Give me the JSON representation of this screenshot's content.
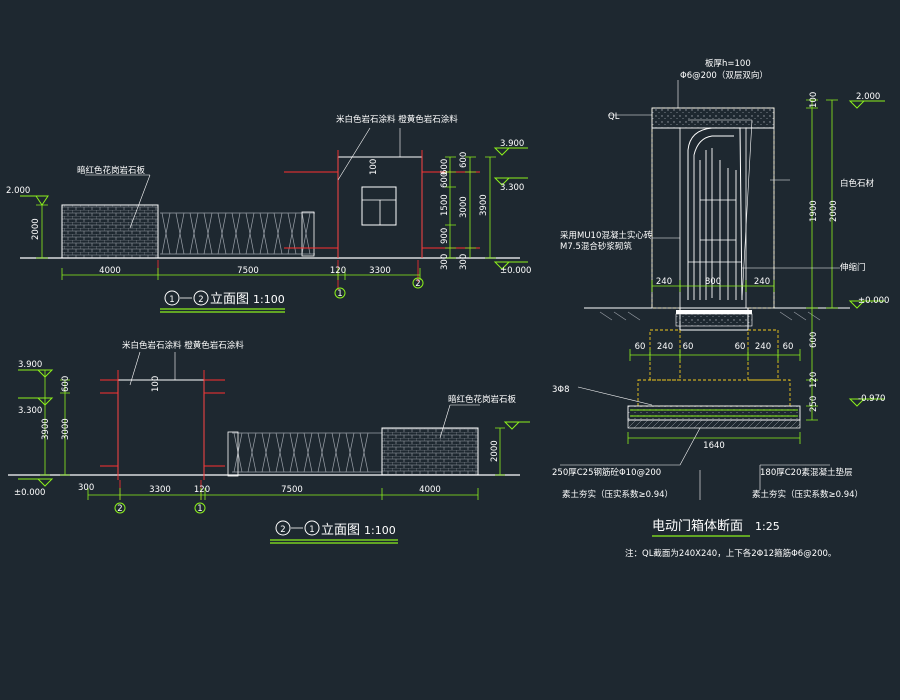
{
  "left_top": {
    "title_a": "1",
    "title_b": "2",
    "title": "立面图",
    "scale": "1:100",
    "note_brick": "暗红色花岗岩石板",
    "note_paint": "米白色岩石涂料  橙黄色岩石涂料",
    "dims_bottom": [
      "4000",
      "7500",
      "120",
      "3300"
    ],
    "dims_right": [
      "600",
      "600",
      "1500",
      "900",
      "300",
      "3000",
      "3900"
    ],
    "dim_100": "100",
    "levels": [
      "3.900",
      "3.300",
      "2.000",
      "±0.000"
    ],
    "dim_2000": "2000",
    "axes": [
      "1",
      "2"
    ]
  },
  "left_bottom": {
    "title_a": "2",
    "title_b": "1",
    "title": "立面图",
    "scale": "1:100",
    "note_paint": "米白色岩石涂料 橙黄色岩石涂料",
    "note_brick": "暗红色花岗岩石板",
    "dims_bottom": [
      "300",
      "3300",
      "120",
      "7500",
      "4000"
    ],
    "dims_left": [
      "600",
      "3000",
      "3900"
    ],
    "dim_100": "100",
    "levels": [
      "3.900",
      "3.300",
      "±0.000"
    ],
    "dim_2000": "2000",
    "axes": [
      "2",
      "1"
    ]
  },
  "section": {
    "title": "电动门箱体断面",
    "scale": "1:25",
    "note": "注：QL截面为240X240，上下各2Φ12箍筋Φ6@200。",
    "top_note_1": "板厚h=100",
    "top_note_2": "Φ6@200（双层双向）",
    "ql": "QL",
    "wall_note_1": "采用MU10混凝土实心砖",
    "wall_note_2": "M7.5混合砂浆砌筑",
    "right_1": "白色石材",
    "right_2": "伸缩门",
    "levels": [
      "2.000",
      "±0.000",
      "-0.970"
    ],
    "dims_right": [
      "100",
      "1900",
      "2000",
      "600",
      "120",
      "250"
    ],
    "dims_h1": [
      "240",
      "800",
      "240"
    ],
    "dims_h2": [
      "60",
      "240",
      "60",
      "60",
      "240",
      "60"
    ],
    "dim_total": "1640",
    "left_3": "3Φ8",
    "found_1": "250厚C25钢筋砼Φ10@200",
    "found_2": "180厚C20素混凝土垫层",
    "soil": "素土夯实（压实系数≥0.94）"
  }
}
